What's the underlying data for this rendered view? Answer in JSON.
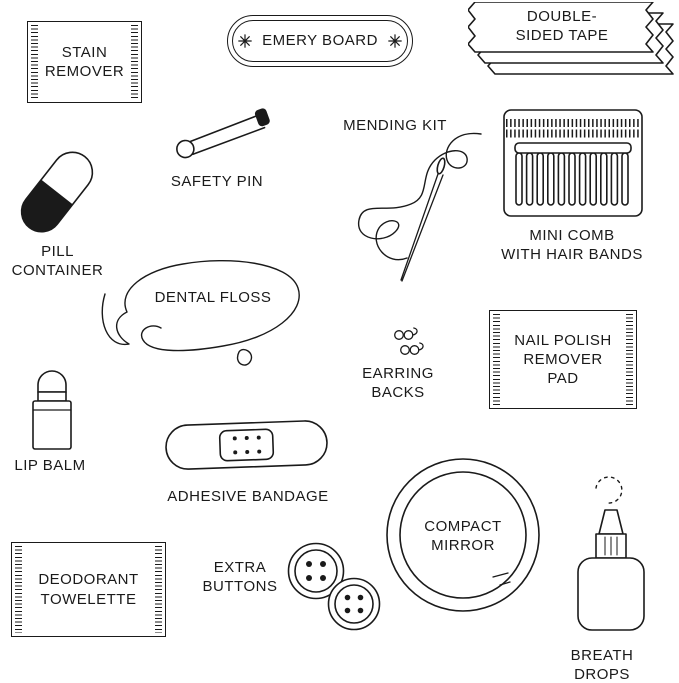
{
  "colors": {
    "ink": "#1a1a1a",
    "background": "#ffffff"
  },
  "labels": {
    "stain_remover": "STAIN\nREMOVER",
    "emery_board": "EMERY BOARD",
    "double_sided_tape": "DOUBLE-\nSIDED TAPE",
    "safety_pin": "SAFETY PIN",
    "mending_kit": "MENDING KIT",
    "mini_comb": "MINI COMB\nWITH HAIR BANDS",
    "pill_container": "PILL\nCONTAINER",
    "dental_floss": "DENTAL FLOSS",
    "earring_backs": "EARRING\nBACKS",
    "nail_polish_pad": "NAIL POLISH\nREMOVER\nPAD",
    "lip_balm": "LIP BALM",
    "adhesive_bandage": "ADHESIVE BANDAGE",
    "compact_mirror": "COMPACT\nMIRROR",
    "deodorant_towelette": "DEODORANT\nTOWELETTE",
    "extra_buttons": "EXTRA\nBUTTONS",
    "breath_drops": "BREATH\nDROPS"
  }
}
